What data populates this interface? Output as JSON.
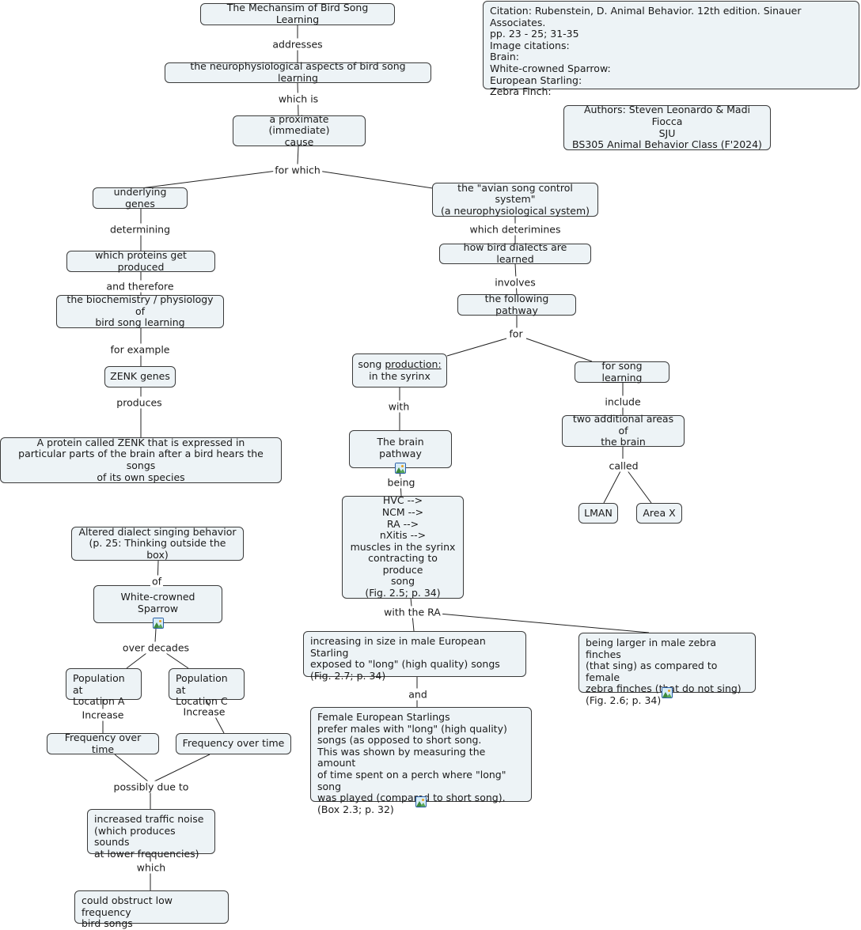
{
  "citation": "Citation: Rubenstein, D. Animal Behavior. 12th edition. Sinauer Associates.\npp. 23 - 25; 31-35\nImage citations:\nBrain:\nWhite-crowned Sparrow:\nEuropean Starling:\nZebra Finch:",
  "authors": "Authors: Steven Leonardo & Madi Fiocca\nSJU\nBS305 Animal Behavior Class (F'2024)",
  "nodes": {
    "title": "The Mechansim of Bird Song Learning",
    "neuro": "the neurophysiological aspects of bird song learning",
    "proximate": "a proximate (immediate)\ncause",
    "genes": "underlying genes",
    "proteins": "which proteins get produced",
    "biochem": "the biochemistry / physiology of\nbird song learning",
    "zenk": "ZENK genes",
    "zenk_protein": "A protein called ZENK that is expressed in\nparticular parts of the brain after a bird hears the songs\nof its own species",
    "avian": "the \"avian song control system\"\n(a neurophysiological system)",
    "dialects": "how bird dialects are learned",
    "pathway": "the following pathway",
    "production_pre": "song ",
    "production_u": "production:",
    "production_post": "\nin the syrinx",
    "learning_pre": "for song ",
    "learning_u": "learning",
    "brain_pathway": "The brain pathway",
    "hvc": "HVC -->\nNCM -->\nRA -->\nnXitis -->\nmuscles in the syrinx\ncontracting to produce\nsong\n(Fig. 2.5; p. 34)",
    "two_areas": "two additional areas of\nthe brain",
    "lman": "LMAN",
    "areax": "Area X",
    "starling_size": "increasing in size in male European Starling\nexposed to \"long\" (high quality) songs\n(Fig. 2.7; p. 34)",
    "zebra": "being larger in male zebra finches\n(that sing) as compared to female\nzebra finches (that do not sing)\n(Fig. 2.6; p. 34)",
    "female_starlings": "Female European Starlings\nprefer males with \"long\" (high quality)\nsongs (as opposed to short song.\nThis was shown by measuring the amount\nof time spent on a perch where \"long\" song\nwas played (compared to short song).\n(Box 2.3; p. 32)",
    "altered": "Altered dialect singing behavior\n(p. 25: Thinking outside the box)",
    "sparrow": "White-crowned Sparrow",
    "pop_a": "Population at\nLocation A",
    "pop_c": "Population at\nLocation C",
    "freq_a": "Frequency over time",
    "freq_c": "Frequency over time",
    "traffic": "increased traffic noise\n(which produces sounds\nat lower frequencies)",
    "obstruct": "could obstruct low frequency\nbird songs"
  },
  "links": {
    "addresses": "addresses",
    "which_is": "which is",
    "for_which": "for which",
    "determining": "determining",
    "and_therefore": "and therefore",
    "for_example": "for example",
    "produces": "produces",
    "which_determines": "which deterimines",
    "involves": "involves",
    "for": "for",
    "with": "with",
    "include": "include",
    "being": "being",
    "called": "called",
    "with_the_ra": "with the RA",
    "and": "and",
    "of": "of",
    "over_decades": "over decades",
    "increase_a": "Increase",
    "increase_c": "Increase",
    "possibly_due_to": "possibly due to",
    "which": "which"
  },
  "colors": {
    "node_fill": "#edf3f6",
    "border": "#3a3a3a",
    "icon_border": "#2b5fa8"
  },
  "icons": [
    "image-icon"
  ]
}
